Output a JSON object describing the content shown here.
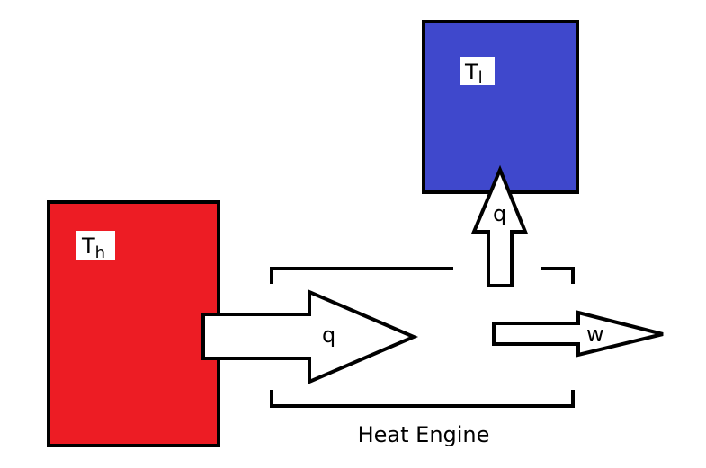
{
  "diagram": {
    "hot_reservoir": {
      "symbol": "T",
      "subscript": "h",
      "color": "#ED1C24"
    },
    "cold_reservoir": {
      "symbol": "T",
      "subscript": "l",
      "color": "#3F48CC"
    },
    "engine": {
      "label": "Heat Engine"
    },
    "arrows": {
      "heat_in_label": "q",
      "heat_out_label": "q",
      "work_label": "w"
    },
    "stroke_color": "#000000",
    "background_color": "#FFFFFF"
  }
}
